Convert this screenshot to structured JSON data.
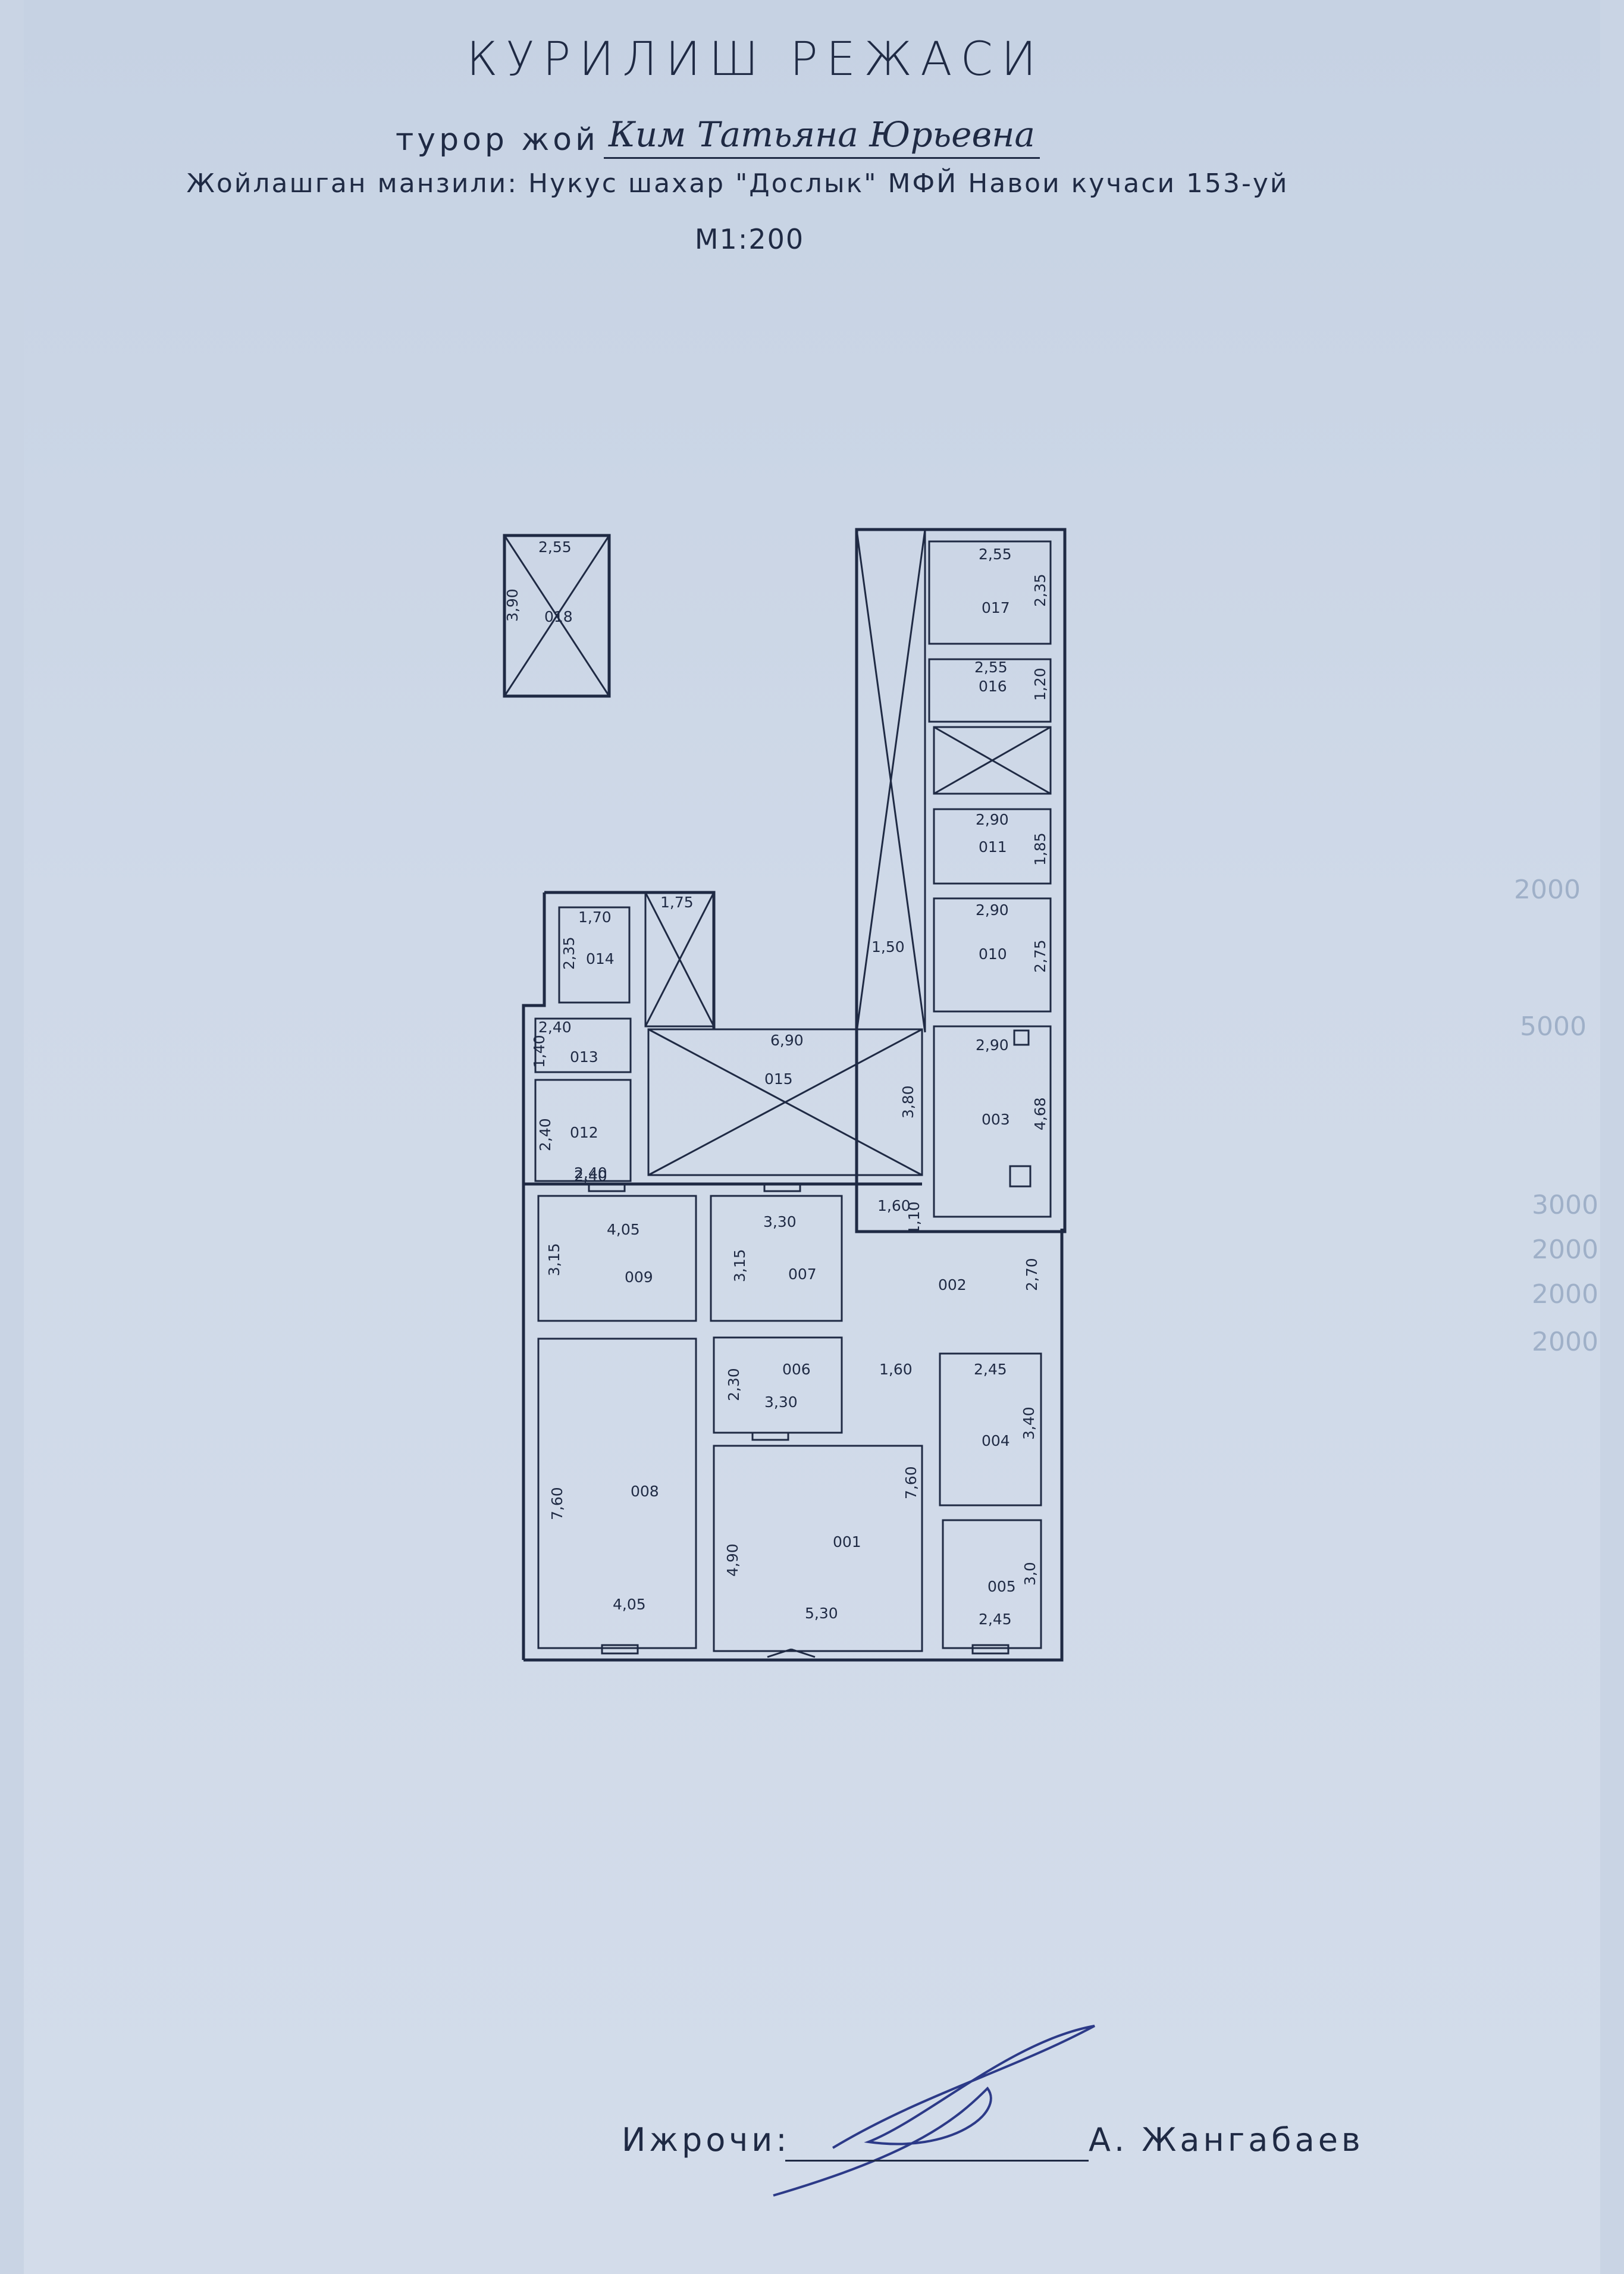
{
  "header": {
    "title": "КУРИЛИШ РЕЖАСИ",
    "owner_label": "турор жой",
    "owner_name": "Ким Татьяна Юрьевна",
    "address": "Жойлашган манзили: Нукус шахар \"Дослык\" МФЙ Навои кучаси 153-уй",
    "scale": "М1:200"
  },
  "background_marks": [
    "2000",
    "5000",
    "3000",
    "2000",
    "2000",
    "2000"
  ],
  "rooms": [
    {
      "id": "018",
      "dim_a": "2,55",
      "dim_b": "3,90"
    },
    {
      "id": "017",
      "dim_a": "2,55",
      "dim_b": "2,35"
    },
    {
      "id": "016",
      "dim_a": "2,55",
      "dim_b": "1,20"
    },
    {
      "id": "011",
      "dim_a": "2,90",
      "dim_b": "1,85"
    },
    {
      "id": "010",
      "dim_a": "2,90",
      "dim_b": "2,75"
    },
    {
      "id": "003",
      "dim_a": "2,90",
      "dim_b": "4,68"
    },
    {
      "id": "014",
      "dim_a": "1,70",
      "dim_b": "2,35"
    },
    {
      "id": "013",
      "dim_a": "2,40",
      "dim_b": "1,40"
    },
    {
      "id": "012",
      "dim_a": "2,40",
      "dim_b": "2,40"
    },
    {
      "id": "015",
      "dim_a": "6,90",
      "dim_b": "3,80"
    },
    {
      "id": "009",
      "dim_a": "4,05",
      "dim_b": "3,15"
    },
    {
      "id": "007",
      "dim_a": "3,30",
      "dim_b": "3,15"
    },
    {
      "id": "006",
      "dim_a": "3,30",
      "dim_b": "2,30"
    },
    {
      "id": "002",
      "dim_a": "1,60",
      "dim_b": "2,70"
    },
    {
      "id": "004",
      "dim_a": "2,45",
      "dim_b": "3,40"
    },
    {
      "id": "008",
      "dim_a": "4,05",
      "dim_b": "7,60"
    },
    {
      "id": "001",
      "dim_a": "5,30",
      "dim_b": "4,90"
    },
    {
      "id": "005",
      "dim_a": "2,45",
      "dim_b": "3,0"
    }
  ],
  "extra_dims": {
    "shed_width": "1,75",
    "passage_length": "1,50",
    "corridor_1_60": "1,60",
    "door_1_10": "1,10",
    "corridor_1_60b": "1,60",
    "side_7_60": "7,60",
    "base_2_40": "2,40"
  },
  "footer": {
    "executor_label": "Ижрочи:",
    "executor_name": "А. Жангабаев"
  }
}
